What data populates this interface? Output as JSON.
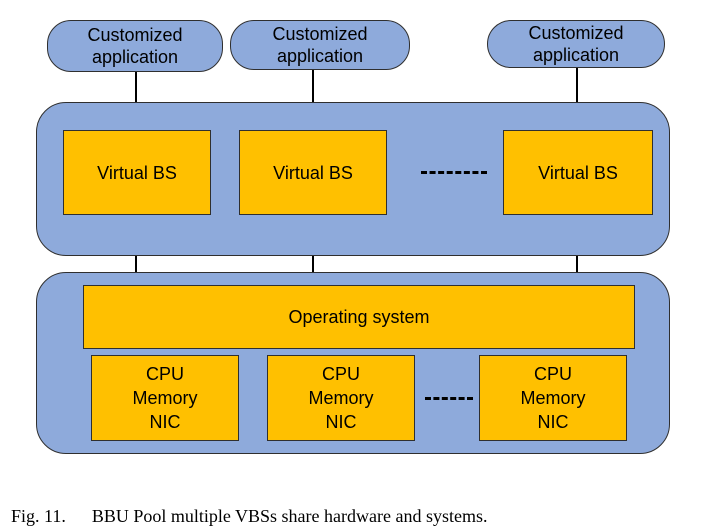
{
  "applications": [
    {
      "label": "Customized application"
    },
    {
      "label": "Customized application"
    },
    {
      "label": "Customized application"
    }
  ],
  "virtual_layer": {
    "boxes": [
      {
        "label": "Virtual BS"
      },
      {
        "label": "Virtual BS"
      },
      {
        "label": "Virtual BS"
      }
    ]
  },
  "hardware_layer": {
    "os_label": "Operating system",
    "resources": [
      {
        "lines": [
          "CPU",
          "Memory",
          "NIC"
        ]
      },
      {
        "lines": [
          "CPU",
          "Memory",
          "NIC"
        ]
      },
      {
        "lines": [
          "CPU",
          "Memory",
          "NIC"
        ]
      }
    ]
  },
  "caption": {
    "fig": "Fig. 11.",
    "text": "BBU Pool multiple VBSs share hardware and systems."
  },
  "colors": {
    "panel": "#8eaadb",
    "box": "#ffc000",
    "border": "#2f2f2f"
  }
}
